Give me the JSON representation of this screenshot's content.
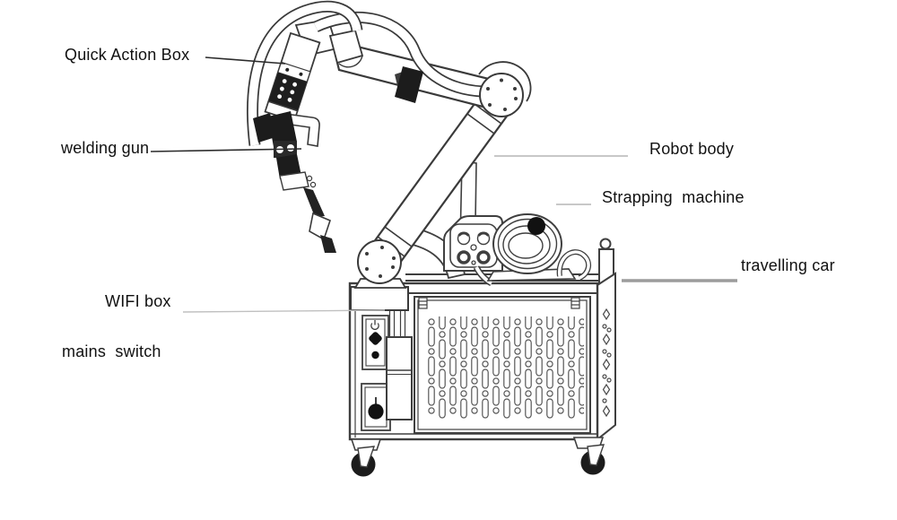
{
  "page": {
    "type": "technical-diagram",
    "subject": "welding robot on travelling car with labeled components",
    "background": "#ffffff"
  },
  "labels": {
    "quick_action_box": {
      "text": "Quick Action Box"
    },
    "welding_gun": {
      "text": "welding gun"
    },
    "robot_body": {
      "text": "Robot body"
    },
    "strapping_machine": {
      "text": "Strapping  machine"
    },
    "travelling_car": {
      "text": "travelling car"
    },
    "wifi_box": {
      "text": "WIFI box"
    },
    "mains_switch": {
      "text": "mains  switch"
    }
  },
  "colors": {
    "line_art": "#3a3a3a",
    "label_text": "#111111",
    "leader_dark": "#2b2b2b",
    "leader_light": "#b5b5b5",
    "leader_thick_gray": "#9c9c9c",
    "fill_dark_parts": "#1c1c1c"
  }
}
